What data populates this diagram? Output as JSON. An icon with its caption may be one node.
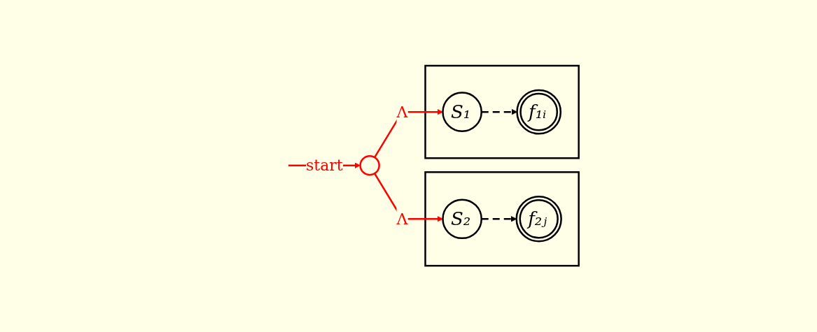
{
  "diagram": {
    "nodes": [
      {
        "text": [],
        "shape": "box"
      },
      {
        "text": [
          "S₁"
        ],
        "in": 0
      },
      {
        "text": [
          "f₁ᵢ"
        ],
        "in": 0
      },
      {
        "text": [],
        "shape": "box"
      },
      {
        "text": [
          "S₂"
        ],
        "in": 3
      },
      {
        "text": [
          "f₂ⱼ"
        ],
        "in": 3
      },
      {
        "text": [],
        "shape": "circle"
      }
    ],
    "edges": [
      {
        "from": null,
        "to": 6,
        "arrow": "to",
        "label": "start",
        "color": "#ff0000"
      },
      {
        "from": 6,
        "to": 1,
        "arrow": "to",
        "label": "Λ",
        "color": "#ff0000"
      },
      {
        "from": 6,
        "to": 4,
        "arrow": "to",
        "label": "Λ",
        "color": "#ff0000"
      },
      {
        "from": 1,
        "to": 2,
        "arrow": "to",
        "style": "dashed",
        "color": "#000000"
      },
      {
        "from": 4,
        "to": 5,
        "arrow": "to",
        "style": "dashed",
        "color": "#000000"
      }
    ]
  }
}
